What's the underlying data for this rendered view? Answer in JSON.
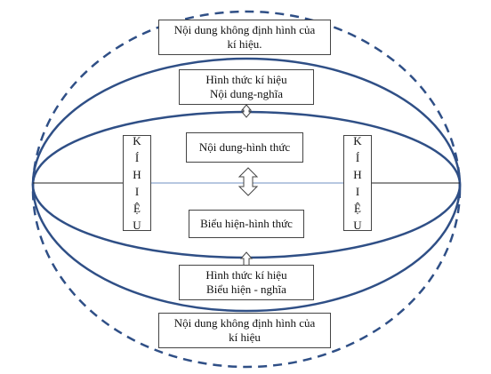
{
  "colors": {
    "ellipse_stroke": "#2f4f86",
    "axis_line": "#6f8fc0",
    "box_border": "#444444",
    "text": "#111111"
  },
  "boxes": {
    "top_outer": {
      "line1": "Nội dung không định hình của",
      "line2": "kí hiệu."
    },
    "top_inner": {
      "line1": "Hình thức kí hiệu",
      "line2": "Nội dung-nghĩa"
    },
    "center_top": {
      "label": "Nội dung-hình thức"
    },
    "center_bottom": {
      "label": "Biểu hiện-hình thức"
    },
    "bottom_inner": {
      "line1": "Hình thức kí hiệu",
      "line2": "Biểu hiện - nghĩa"
    },
    "bottom_outer": {
      "line1": "Nội dung không định hình của",
      "line2": "kí hiệu"
    }
  },
  "side_labels": {
    "left": {
      "letters": [
        "K",
        "Í",
        "H",
        "I",
        "Ệ",
        "U"
      ]
    },
    "right": {
      "letters": [
        "K",
        "Í",
        "H",
        "I",
        "Ệ",
        "U"
      ]
    }
  },
  "connectors": [
    {
      "name": "arrow-top-inner",
      "direction": "vertical-double"
    },
    {
      "name": "arrow-center",
      "direction": "vertical-double"
    },
    {
      "name": "arrow-bottom-inner",
      "direction": "vertical-double"
    }
  ]
}
